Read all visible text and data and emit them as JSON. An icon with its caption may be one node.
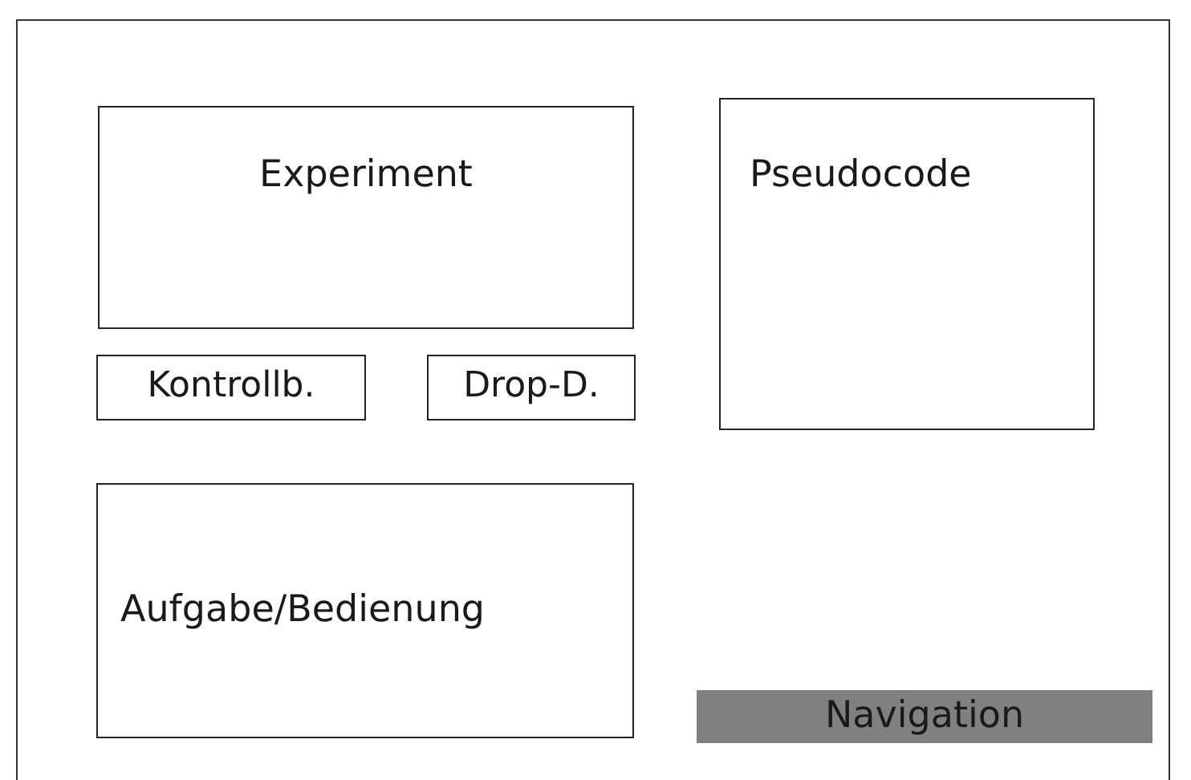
{
  "diagram": {
    "nodes": [
      {
        "text": [
          "Experiment"
        ]
      },
      {
        "text": [
          "Kontrollb."
        ]
      },
      {
        "text": [
          "Drop-D."
        ]
      },
      {
        "text": [
          "Pseudocode"
        ]
      },
      {
        "text": [
          "Aufgabe/Bedienung"
        ]
      },
      {
        "text": [
          "Navigation"
        ]
      }
    ]
  }
}
